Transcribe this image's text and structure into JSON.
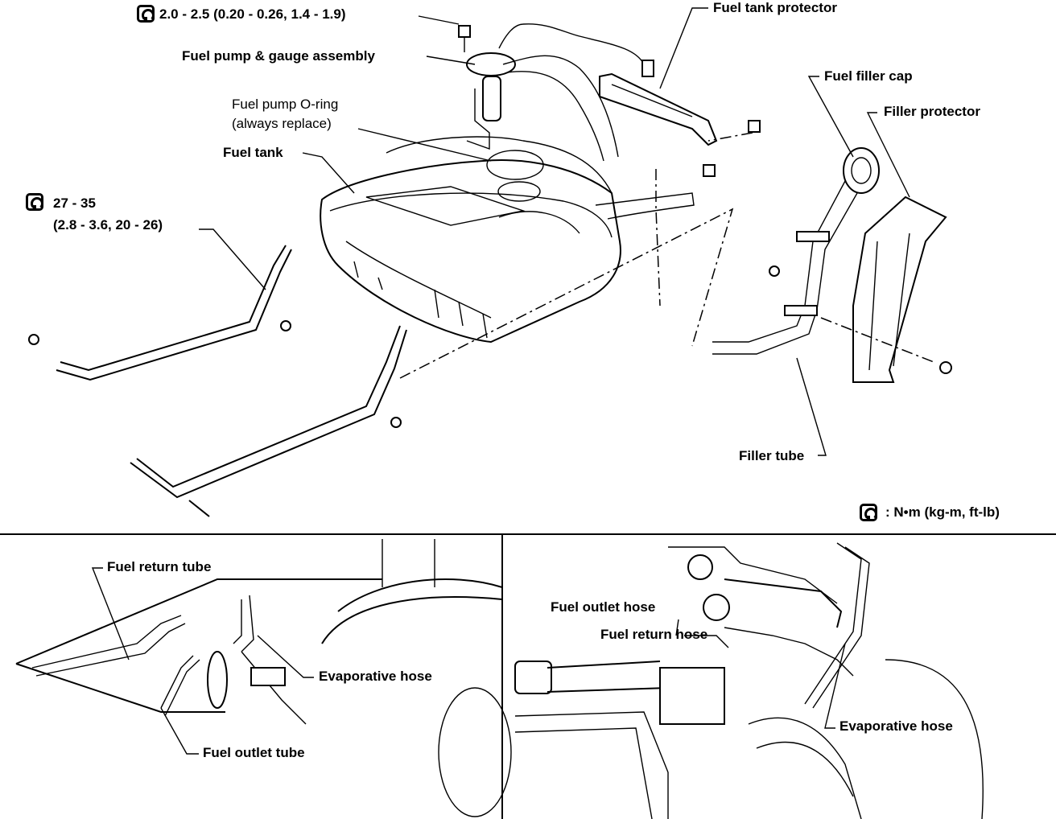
{
  "labels": {
    "pump_torque": "2.0 - 2.5 (0.20 - 0.26, 1.4 - 1.9)",
    "fuel_pump_gauge": "Fuel pump & gauge assembly",
    "oring_line1": "Fuel pump O-ring",
    "oring_line2": "(always replace)",
    "fuel_tank": "Fuel tank",
    "strap_torque_line1": "27 - 35",
    "strap_torque_line2": "(2.8 - 3.6, 20 - 26)",
    "fuel_tank_protector": "Fuel tank protector",
    "fuel_filler_cap": "Fuel filler cap",
    "filler_protector": "Filler protector",
    "filler_tube": "Filler tube",
    "units_legend": ": N•m (kg-m, ft-lb)",
    "left_return_tube": "Fuel return tube",
    "left_evap_hose": "Evaporative hose",
    "left_outlet_tube": "Fuel outlet tube",
    "right_outlet_hose": "Fuel outlet hose",
    "right_return_hose": "Fuel return hose",
    "right_evap_hose": "Evaporative hose"
  }
}
